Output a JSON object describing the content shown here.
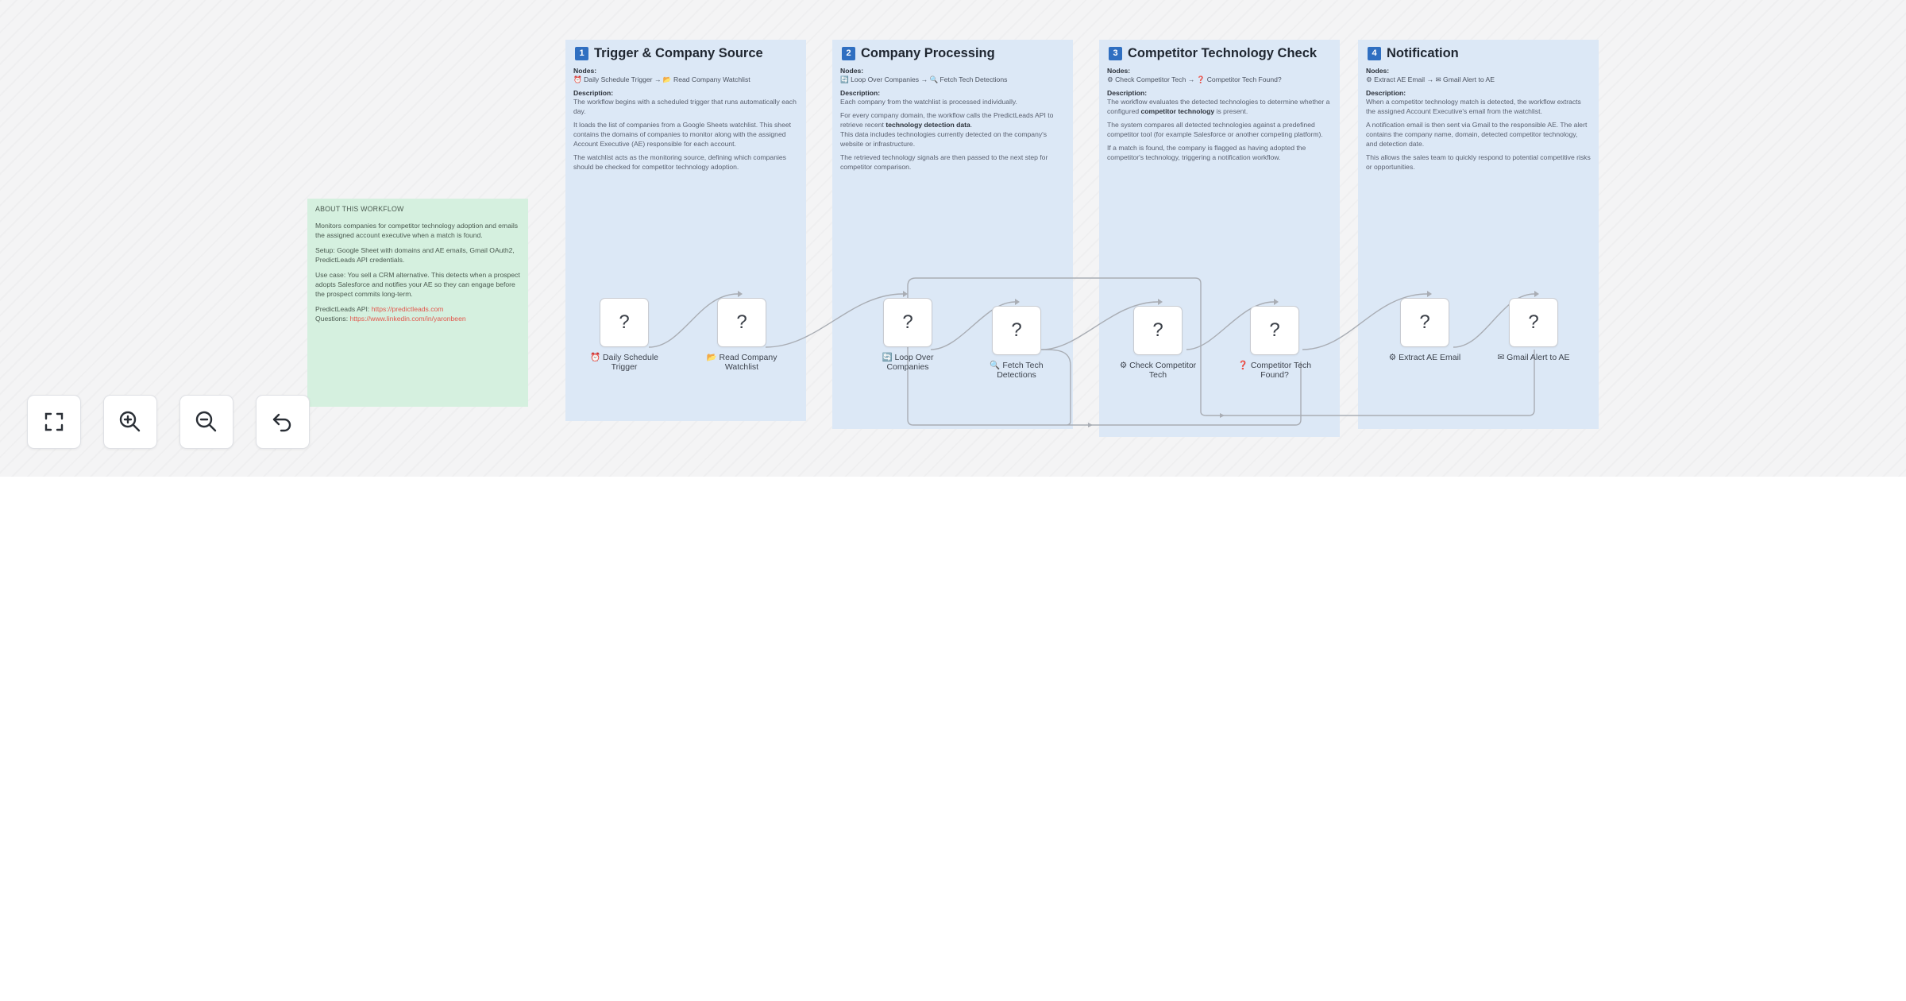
{
  "about": {
    "title": "ABOUT THIS WORKFLOW",
    "p1": "Monitors companies for competitor technology adoption and emails the assigned account executive when a match is found.",
    "p2": "Setup: Google Sheet with domains and AE emails, Gmail OAuth2, PredictLeads API credentials.",
    "p3": "Use case: You sell a CRM alternative. This detects when a prospect adopts Salesforce and notifies your AE so they can engage before the prospect commits long-term.",
    "api_label": "PredictLeads API: ",
    "api_link": "https://predictleads.com",
    "questions_label": "Questions: ",
    "questions_link": "https://www.linkedin.com/in/yaronbeen"
  },
  "sections": [
    {
      "num": "1",
      "title": "Trigger & Company Source",
      "nodes_label": "Nodes:",
      "nodes": "⏰ Daily Schedule Trigger → 📂 Read Company Watchlist",
      "desc_label": "Description:",
      "p1": "The workflow begins with a scheduled trigger that runs automatically each day.",
      "p2": "It loads the list of companies from a Google Sheets watchlist. This sheet contains the domains of companies to monitor along with the assigned Account Executive (AE) responsible for each account.",
      "p3": "The watchlist acts as the monitoring source, defining which companies should be checked for competitor technology adoption."
    },
    {
      "num": "2",
      "title": "Company Processing",
      "nodes_label": "Nodes:",
      "nodes": "🔄 Loop Over Companies → 🔍 Fetch Tech Detections",
      "desc_label": "Description:",
      "p1": "Each company from the watchlist is processed individually.",
      "p2a": "For every company domain, the workflow calls the PredictLeads API to retrieve recent ",
      "p2b": "technology detection data",
      "p2c": ".",
      "p3": "This data includes technologies currently detected on the company's website or infrastructure.",
      "p4": "The retrieved technology signals are then passed to the next step for competitor comparison."
    },
    {
      "num": "3",
      "title": "Competitor Technology Check",
      "nodes_label": "Nodes:",
      "nodes": "⚙ Check Competitor Tech → ❓ Competitor Tech Found?",
      "desc_label": "Description:",
      "p1a": "The workflow evaluates the detected technologies to determine whether a configured ",
      "p1b": "competitor technology",
      "p1c": " is present.",
      "p2": "The system compares all detected technologies against a predefined competitor tool (for example Salesforce or another competing platform).",
      "p3": "If a match is found, the company is flagged as having adopted the competitor's technology, triggering a notification workflow."
    },
    {
      "num": "4",
      "title": "Notification",
      "nodes_label": "Nodes:",
      "nodes": "⚙ Extract AE Email → ✉ Gmail Alert to AE",
      "desc_label": "Description:",
      "p1": "When a competitor technology match is detected, the workflow extracts the assigned Account Executive's email from the watchlist.",
      "p2": "A notification email is then sent via Gmail to the responsible AE. The alert contains the company name, domain, detected competitor technology, and detection date.",
      "p3": "This allows the sales team to quickly respond to potential competitive risks or opportunities."
    }
  ],
  "nodes": [
    {
      "glyph": "?",
      "label_line1": "⏰ Daily Schedule",
      "label_line2": "Trigger"
    },
    {
      "glyph": "?",
      "label_line1": "📂 Read Company",
      "label_line2": "Watchlist"
    },
    {
      "glyph": "?",
      "label_line1": "🔄 Loop Over",
      "label_line2": "Companies"
    },
    {
      "glyph": "?",
      "label_line1": "🔍 Fetch Tech",
      "label_line2": "Detections"
    },
    {
      "glyph": "?",
      "label_line1": "⚙ Check Competitor",
      "label_line2": "Tech"
    },
    {
      "glyph": "?",
      "label_line1": "❓ Competitor Tech",
      "label_line2": "Found?"
    },
    {
      "glyph": "?",
      "label_line1": "⚙ Extract AE Email",
      "label_line2": ""
    },
    {
      "glyph": "?",
      "label_line1": "✉ Gmail Alert to AE",
      "label_line2": ""
    }
  ],
  "controls": {
    "icons": [
      "fit-view-icon",
      "zoom-in-icon",
      "zoom-out-icon",
      "undo-icon"
    ]
  },
  "colors": {
    "section_bg": "#dce8f6",
    "about_bg": "#d5f0df",
    "section_num": "#2f6fc1",
    "link": "#e2574c"
  }
}
